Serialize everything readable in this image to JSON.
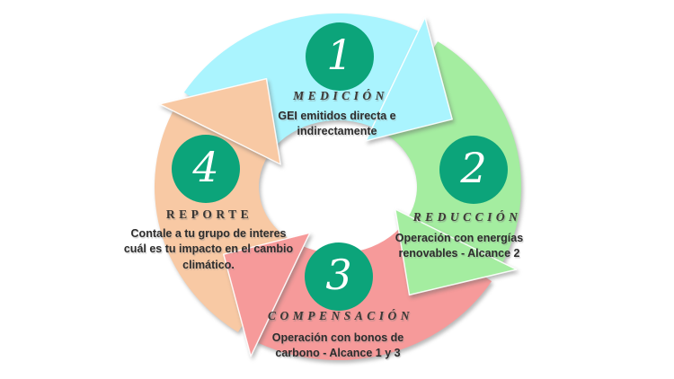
{
  "diagram": {
    "name": "carbon-management-cycle",
    "steps": [
      {
        "number": "1",
        "title": "MEDICIÓN",
        "description": "GEI emitidos directa e\nindirectamente",
        "color": "#aaf4fe"
      },
      {
        "number": "2",
        "title": "REDUCCIÓN",
        "description": "Operación con energías\nrenovables - Alcance 2",
        "color": "#a4eda0"
      },
      {
        "number": "3",
        "title": "COMPENSACIÓN",
        "description": "Operación con bonos de\ncarbono - Alcance 1 y 3",
        "color": "#f69a9a"
      },
      {
        "number": "4",
        "title": "REPORTE",
        "description": "Contale a tu grupo de interes\ncuál es tu impacto en el cambio\nclimático.",
        "color": "#f8c9a4"
      }
    ],
    "badge_color": "#0ca47a",
    "number_color": "#ffffff",
    "title_color": "#3b3734",
    "text_color": "#2d2d2d",
    "background_color": "#ffffff"
  }
}
